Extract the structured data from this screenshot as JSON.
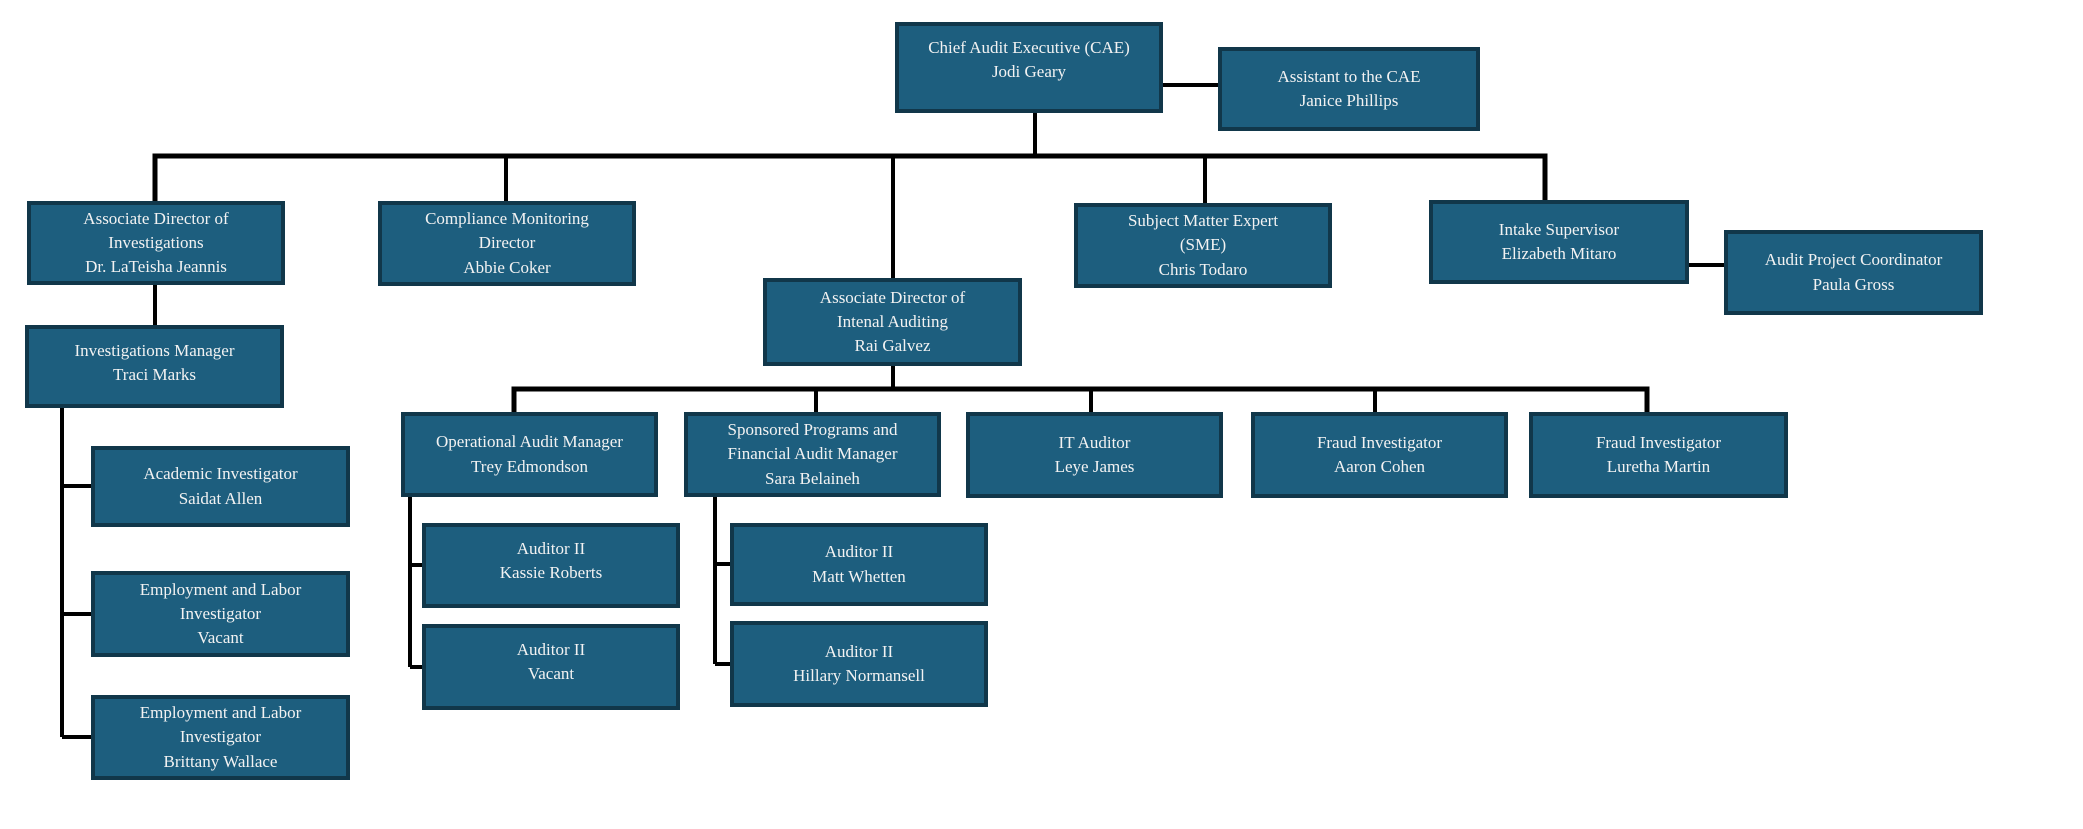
{
  "org_chart": {
    "colors": {
      "box_fill": "#1d5e7e",
      "box_border": "#11374a",
      "line_color": "#000000",
      "text_color": "#f2f2f2",
      "background": "#ffffff"
    },
    "nodes": {
      "cae": {
        "title_lines": [
          "Chief Audit Executive (CAE)"
        ],
        "person": "Jodi Geary"
      },
      "assistant": {
        "title_lines": [
          "Assistant to the CAE"
        ],
        "person": "Janice Phillips"
      },
      "inv_dir": {
        "title_lines": [
          "Associate Director of",
          "Investigations"
        ],
        "person": "Dr. LaTeisha Jeannis"
      },
      "compliance": {
        "title_lines": [
          "Compliance Monitoring",
          "Director"
        ],
        "person": "Abbie Coker"
      },
      "internal_aud": {
        "title_lines": [
          "Associate Director of",
          "Intenal Auditing"
        ],
        "person": "Rai Galvez"
      },
      "sme": {
        "title_lines": [
          "Subject Matter Expert",
          "(SME)"
        ],
        "person": "Chris Todaro"
      },
      "intake": {
        "title_lines": [
          "Intake Supervisor"
        ],
        "person": "Elizabeth Mitaro"
      },
      "apc": {
        "title_lines": [
          "Audit Project Coordinator"
        ],
        "person": "Paula Gross"
      },
      "inv_mgr": {
        "title_lines": [
          "Investigations Manager"
        ],
        "person": "Traci Marks"
      },
      "academic": {
        "title_lines": [
          "Academic Investigator"
        ],
        "person": "Saidat Allen"
      },
      "empl_vacant": {
        "title_lines": [
          "Employment and Labor",
          "Investigator"
        ],
        "person": "Vacant"
      },
      "empl_brittany": {
        "title_lines": [
          "Employment and Labor",
          "Investigator"
        ],
        "person": "Brittany Wallace"
      },
      "op_mgr": {
        "title_lines": [
          "Operational Audit Manager"
        ],
        "person": "Trey Edmondson"
      },
      "sponsored": {
        "title_lines": [
          "Sponsored Programs and",
          "Financial Audit Manager"
        ],
        "person": "Sara Belaineh"
      },
      "it_aud": {
        "title_lines": [
          "IT Auditor"
        ],
        "person": "Leye James"
      },
      "fraud_aaron": {
        "title_lines": [
          "Fraud Investigator"
        ],
        "person": "Aaron Cohen"
      },
      "fraud_luretha": {
        "title_lines": [
          "Fraud Investigator"
        ],
        "person": "Luretha Martin"
      },
      "aud_kassie": {
        "title_lines": [
          "Auditor II"
        ],
        "person": "Kassie Roberts"
      },
      "aud_vacant": {
        "title_lines": [
          "Auditor II"
        ],
        "person": "Vacant"
      },
      "aud_matt": {
        "title_lines": [
          "Auditor II"
        ],
        "person": "Matt Whetten"
      },
      "aud_hillary": {
        "title_lines": [
          "Auditor II"
        ],
        "person": "Hillary Normansell"
      }
    }
  }
}
